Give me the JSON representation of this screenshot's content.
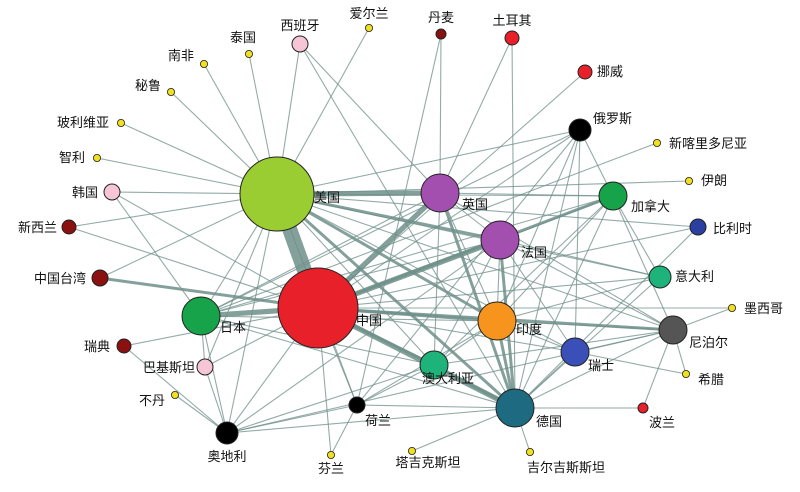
{
  "colors": {
    "edge": "#6f8f8a",
    "node_stroke": "#222222",
    "background": "#ffffff"
  },
  "nodes": [
    {
      "id": "usa",
      "label": "美国",
      "color": "#9acd32",
      "size": "xl"
    },
    {
      "id": "china",
      "label": "中国",
      "color": "#e8202a",
      "size": "xxl"
    },
    {
      "id": "uk",
      "label": "英国",
      "color": "#a24fb0",
      "size": "l"
    },
    {
      "id": "france",
      "label": "法国",
      "color": "#a24fb0",
      "size": "l"
    },
    {
      "id": "canada",
      "label": "加拿大",
      "color": "#16a34a",
      "size": "m"
    },
    {
      "id": "japan",
      "label": "日本",
      "color": "#16a34a",
      "size": "l"
    },
    {
      "id": "india",
      "label": "印度",
      "color": "#f7941d",
      "size": "l"
    },
    {
      "id": "australia",
      "label": "澳大利亚",
      "color": "#1db37a",
      "size": "m"
    },
    {
      "id": "germany",
      "label": "德国",
      "color": "#1e6a80",
      "size": "l"
    },
    {
      "id": "switzerland",
      "label": "瑞士",
      "color": "#3b4fb8",
      "size": "m"
    },
    {
      "id": "italy",
      "label": "意大利",
      "color": "#1db37a",
      "size": "s"
    },
    {
      "id": "nepal",
      "label": "尼泊尔",
      "color": "#555555",
      "size": "m"
    },
    {
      "id": "russia",
      "label": "俄罗斯",
      "color": "#000000",
      "size": "s"
    },
    {
      "id": "belgium",
      "label": "比利时",
      "color": "#2b3fa0",
      "size": "xs"
    },
    {
      "id": "netherlands",
      "label": "荷兰",
      "color": "#000000",
      "size": "xs"
    },
    {
      "id": "austria",
      "label": "奥地利",
      "color": "#000000",
      "size": "s"
    },
    {
      "id": "spain",
      "label": "西班牙",
      "color": "#f7c6d6",
      "size": "xs"
    },
    {
      "id": "korea",
      "label": "韩国",
      "color": "#f7c6d6",
      "size": "xs"
    },
    {
      "id": "pakistan",
      "label": "巴基斯坦",
      "color": "#f7c6d6",
      "size": "xs"
    },
    {
      "id": "taiwan",
      "label": "中国台湾",
      "color": "#8b1010",
      "size": "xs"
    },
    {
      "id": "newzealand",
      "label": "新西兰",
      "color": "#8b1010",
      "size": "xxs"
    },
    {
      "id": "sweden",
      "label": "瑞典",
      "color": "#8b1010",
      "size": "xxs"
    },
    {
      "id": "norway",
      "label": "挪威",
      "color": "#e8202a",
      "size": "xxs"
    },
    {
      "id": "turkey",
      "label": "土耳其",
      "color": "#e8202a",
      "size": "xxs"
    },
    {
      "id": "denmark",
      "label": "丹麦",
      "color": "#8b1010",
      "size": "tiny"
    },
    {
      "id": "poland",
      "label": "波兰",
      "color": "#e8202a",
      "size": "tiny"
    },
    {
      "id": "ireland",
      "label": "爱尔兰",
      "color": "#f0e020",
      "size": "dot"
    },
    {
      "id": "thailand",
      "label": "泰国",
      "color": "#f0e020",
      "size": "dot"
    },
    {
      "id": "southafrica",
      "label": "南非",
      "color": "#f0e020",
      "size": "dot"
    },
    {
      "id": "peru",
      "label": "秘鲁",
      "color": "#f0e020",
      "size": "dot"
    },
    {
      "id": "bolivia",
      "label": "玻利维亚",
      "color": "#f0e020",
      "size": "dot"
    },
    {
      "id": "chile",
      "label": "智利",
      "color": "#f0e020",
      "size": "dot"
    },
    {
      "id": "newcaledonia",
      "label": "新喀里多尼亚",
      "color": "#f0e020",
      "size": "dot"
    },
    {
      "id": "iran",
      "label": "伊朗",
      "color": "#f0e020",
      "size": "dot"
    },
    {
      "id": "mexico",
      "label": "墨西哥",
      "color": "#f0e020",
      "size": "dot"
    },
    {
      "id": "greece",
      "label": "希腊",
      "color": "#f0e020",
      "size": "dot"
    },
    {
      "id": "bhutan",
      "label": "不丹",
      "color": "#f0e020",
      "size": "dot"
    },
    {
      "id": "finland",
      "label": "芬兰",
      "color": "#f0e020",
      "size": "dot"
    },
    {
      "id": "tajikistan",
      "label": "塔吉克斯坦",
      "color": "#f0e020",
      "size": "dot"
    },
    {
      "id": "kyrgyzstan",
      "label": "吉尔吉斯斯坦",
      "color": "#f0e020",
      "size": "dot"
    }
  ],
  "edges": [
    [
      "usa",
      "china",
      5
    ],
    [
      "usa",
      "uk",
      3
    ],
    [
      "usa",
      "france",
      2
    ],
    [
      "usa",
      "canada",
      1
    ],
    [
      "usa",
      "japan",
      1
    ],
    [
      "usa",
      "india",
      2
    ],
    [
      "usa",
      "germany",
      2
    ],
    [
      "usa",
      "australia",
      1
    ],
    [
      "usa",
      "switzerland",
      1
    ],
    [
      "usa",
      "italy",
      1
    ],
    [
      "usa",
      "nepal",
      1
    ],
    [
      "usa",
      "austria",
      1
    ],
    [
      "usa",
      "netherlands",
      1
    ],
    [
      "usa",
      "korea",
      1
    ],
    [
      "usa",
      "newzealand",
      1
    ],
    [
      "usa",
      "taiwan",
      1
    ],
    [
      "usa",
      "spain",
      1
    ],
    [
      "usa",
      "ireland",
      1
    ],
    [
      "usa",
      "thailand",
      1
    ],
    [
      "usa",
      "southafrica",
      1
    ],
    [
      "usa",
      "peru",
      1
    ],
    [
      "usa",
      "bolivia",
      1
    ],
    [
      "usa",
      "chile",
      1
    ],
    [
      "usa",
      "pakistan",
      1
    ],
    [
      "usa",
      "russia",
      1
    ],
    [
      "usa",
      "iran",
      1
    ],
    [
      "usa",
      "belgium",
      1
    ],
    [
      "china",
      "japan",
      3
    ],
    [
      "china",
      "uk",
      3
    ],
    [
      "china",
      "france",
      3
    ],
    [
      "china",
      "india",
      2
    ],
    [
      "china",
      "germany",
      3
    ],
    [
      "china",
      "australia",
      2
    ],
    [
      "china",
      "canada",
      2
    ],
    [
      "china",
      "nepal",
      2
    ],
    [
      "china",
      "taiwan",
      2
    ],
    [
      "china",
      "korea",
      1
    ],
    [
      "china",
      "pakistan",
      1
    ],
    [
      "china",
      "austria",
      1
    ],
    [
      "china",
      "netherlands",
      1
    ],
    [
      "china",
      "switzerland",
      1
    ],
    [
      "china",
      "italy",
      1
    ],
    [
      "china",
      "russia",
      1
    ],
    [
      "china",
      "sweden",
      1
    ],
    [
      "china",
      "belgium",
      1
    ],
    [
      "china",
      "finland",
      1
    ],
    [
      "china",
      "newzealand",
      1
    ],
    [
      "china",
      "mexico",
      1
    ],
    [
      "uk",
      "france",
      1
    ],
    [
      "uk",
      "germany",
      2
    ],
    [
      "uk",
      "canada",
      1
    ],
    [
      "uk",
      "india",
      1
    ],
    [
      "uk",
      "spain",
      1
    ],
    [
      "uk",
      "turkey",
      1
    ],
    [
      "uk",
      "denmark",
      1
    ],
    [
      "uk",
      "japan",
      1
    ],
    [
      "uk",
      "australia",
      1
    ],
    [
      "uk",
      "nepal",
      1
    ],
    [
      "france",
      "germany",
      2
    ],
    [
      "france",
      "canada",
      1
    ],
    [
      "france",
      "india",
      1
    ],
    [
      "france",
      "japan",
      1
    ],
    [
      "france",
      "switzerland",
      1
    ],
    [
      "france",
      "nepal",
      1
    ],
    [
      "france",
      "australia",
      1
    ],
    [
      "france",
      "italy",
      1
    ],
    [
      "france",
      "austria",
      1
    ],
    [
      "germany",
      "india",
      2
    ],
    [
      "germany",
      "australia",
      2
    ],
    [
      "germany",
      "austria",
      1
    ],
    [
      "germany",
      "switzerland",
      1
    ],
    [
      "germany",
      "nepal",
      1
    ],
    [
      "germany",
      "italy",
      1
    ],
    [
      "germany",
      "netherlands",
      1
    ],
    [
      "germany",
      "russia",
      1
    ],
    [
      "germany",
      "japan",
      1
    ],
    [
      "germany",
      "kyrgyzstan",
      1
    ],
    [
      "germany",
      "tajikistan",
      1
    ],
    [
      "germany",
      "poland",
      1
    ],
    [
      "germany",
      "canada",
      1
    ],
    [
      "germany",
      "belgium",
      1
    ],
    [
      "india",
      "nepal",
      1
    ],
    [
      "india",
      "australia",
      1
    ],
    [
      "india",
      "japan",
      1
    ],
    [
      "india",
      "switzerland",
      1
    ],
    [
      "india",
      "canada",
      1
    ],
    [
      "india",
      "russia",
      1
    ],
    [
      "india",
      "italy",
      1
    ],
    [
      "india",
      "netherlands",
      1
    ],
    [
      "japan",
      "australia",
      1
    ],
    [
      "japan",
      "austria",
      1
    ],
    [
      "japan",
      "korea",
      1
    ],
    [
      "japan",
      "canada",
      1
    ],
    [
      "japan",
      "russia",
      1
    ],
    [
      "japan",
      "newcaledonia",
      1
    ],
    [
      "australia",
      "nepal",
      1
    ],
    [
      "australia",
      "netherlands",
      1
    ],
    [
      "australia",
      "canada",
      1
    ],
    [
      "australia",
      "austria",
      1
    ],
    [
      "canada",
      "nepal",
      1
    ],
    [
      "canada",
      "italy",
      1
    ],
    [
      "canada",
      "russia",
      1
    ],
    [
      "nepal",
      "greece",
      1
    ],
    [
      "nepal",
      "poland",
      1
    ],
    [
      "nepal",
      "switzerland",
      1
    ],
    [
      "nepal",
      "mexico",
      1
    ],
    [
      "nepal",
      "austria",
      1
    ],
    [
      "russia",
      "switzerland",
      1
    ],
    [
      "russia",
      "netherlands",
      1
    ],
    [
      "austria",
      "bhutan",
      1
    ],
    [
      "austria",
      "pakistan",
      1
    ],
    [
      "austria",
      "sweden",
      1
    ],
    [
      "austria",
      "netherlands",
      1
    ],
    [
      "netherlands",
      "finland",
      1
    ],
    [
      "switzerland",
      "greece",
      1
    ],
    [
      "denmark",
      "netherlands",
      1
    ],
    [
      "turkey",
      "germany",
      1
    ],
    [
      "norway",
      "china",
      1
    ],
    [
      "spain",
      "germany",
      1
    ],
    [
      "pakistan",
      "japan",
      1
    ]
  ]
}
